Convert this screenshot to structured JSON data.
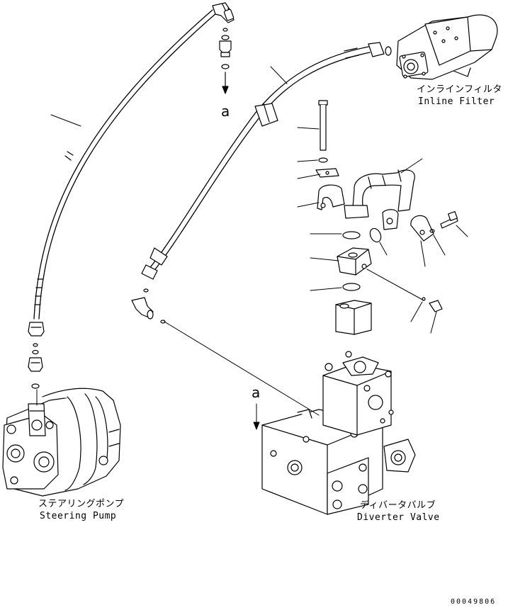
{
  "labels": {
    "inline_filter_jp": "インラインフィルタ",
    "inline_filter_en": "Inline Filter",
    "steering_pump_jp": "ステアリングポンプ",
    "steering_pump_en": "Steering Pump",
    "diverter_valve_jp": "ディバータバルブ",
    "diverter_valve_en": "Diverter Valve"
  },
  "refs": {
    "a_top": "a",
    "a_valve": "a"
  },
  "drawing_number": "00049806",
  "colors": {
    "line": "#000000",
    "background": "#ffffff"
  }
}
